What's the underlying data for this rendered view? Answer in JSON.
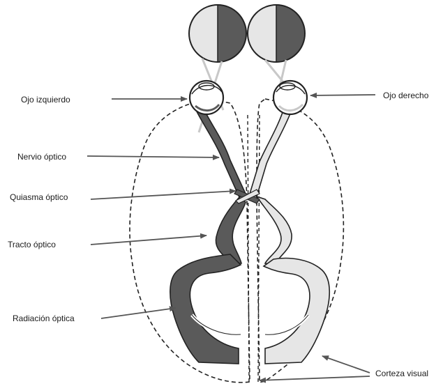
{
  "labels": {
    "left_eye": "Ojo izquierdo",
    "right_eye": "Ojo derecho",
    "optic_nerve": "Nervio óptico",
    "optic_chiasm": "Quiasma óptico",
    "optic_tract": "Tracto óptico",
    "optic_radiation": "Radiación óptica",
    "visual_cortex": "Corteza visual"
  },
  "colors": {
    "left_pathway": "#5a5a5a",
    "right_pathway": "#e6e6e6",
    "outline": "#222222",
    "arrow": "#555555"
  }
}
